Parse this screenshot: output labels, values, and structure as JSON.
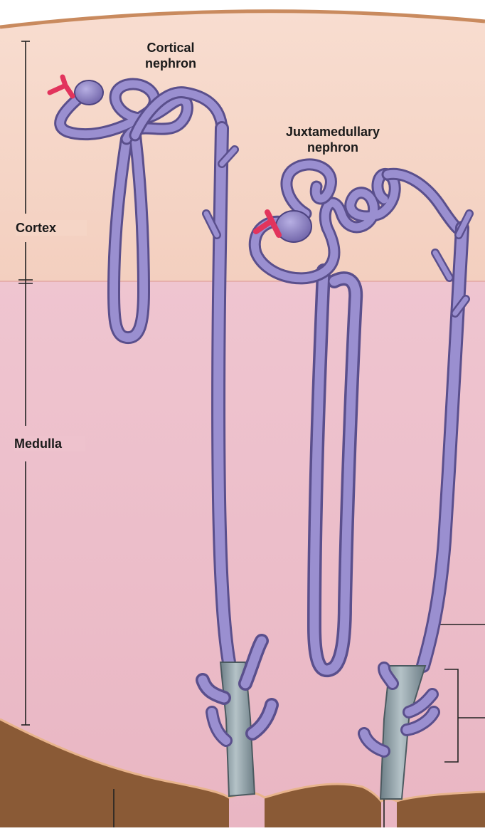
{
  "labels": {
    "cortical_nephron": "Cortical\nnephron",
    "juxtamedullary_nephron": "Juxtamedullary\nnephron",
    "cortex": "Cortex",
    "medulla": "Medulla"
  },
  "colors": {
    "cortex": "#f5d5c6",
    "medulla": "#edbfcb",
    "pelvis": "#8a5a36",
    "capsule": "#c98a5e",
    "tubule": "#9a8fd0",
    "tubule_dark": "#5a4f8c",
    "glomerulus": "#8d82c4",
    "arteriole": "#e2345c",
    "collecting_duct": "#8e9ea4"
  }
}
